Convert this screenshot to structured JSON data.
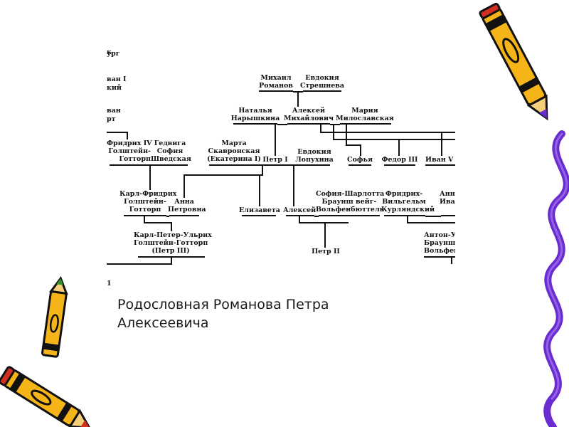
{
  "slide": {
    "caption_line1": "Родословная Романова Петра",
    "caption_line2": "Алексеевича"
  },
  "tree": {
    "mikhail": "Михаил\nРоманов",
    "evdokia_s": "Евдокия\nСтрешнева",
    "natalya": "Наталья\nНарышкина",
    "alexey_m": "Алексей\nМихайлович",
    "maria": "Мария\nМилославская",
    "marta": "Марта\nСкавронская\n(Екатерина I)",
    "petr1": "Петр I",
    "evdokia_l": "Евдокия\nЛопухина",
    "sofya": "Софья",
    "fedor": "Федор III",
    "ivan5": "Иван V",
    "frederick": "Фридрих IV\nГолштейн-\nГотторп",
    "hedwig": "Гедвига\nСофия\nШведская",
    "karl_fr": "Карл-Фридрих\nГолштейн-\nГотторп",
    "anna_p": "Анна\nПетровна",
    "elizaveta": "Елизавета",
    "alexey_p": "Алексей",
    "sofia_ch": "София-Шарлотта\nБраунш вейг-\nВольфенбюттель",
    "fr_wilhelm": "Фридрих-\nВильгельм\nКурляндский",
    "anna_i": "Анна\nИвановна",
    "karl_peter": "Карл-Петер-Ульрих\nГолштейн-Готторп\n(Петр III)",
    "petr2": "Петр II",
    "anton": "Антон-Ульрих\nБраунш вейг-\nВольфенбюттель",
    "edge_1": "к",
    "edge_2": "ург",
    "edge_3": "ван I",
    "edge_4": "кий",
    "edge_5": "ван",
    "edge_6": "рт",
    "edge_7": "1"
  }
}
